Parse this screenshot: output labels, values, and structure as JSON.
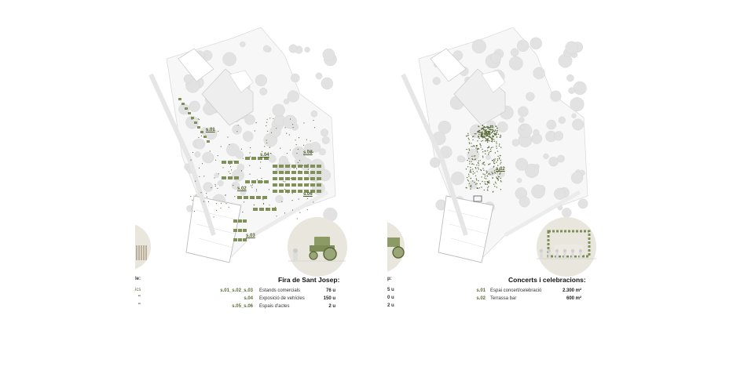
{
  "colors": {
    "accent": "#6b7c44",
    "stand": "#7f9059",
    "dot": "#5d6e3c",
    "building": "#eeeeee",
    "tree": "#e2e2e2",
    "circle_bg": "#e9e6dd"
  },
  "icons": [
    "tractor-icon",
    "people-icon",
    "stage-icon"
  ],
  "left_panel": {
    "title": "Fira de Sant Josep:",
    "labels": [
      "s.01",
      "s.02",
      "s.03",
      "s.04",
      "s.05",
      "s.06"
    ],
    "rows": [
      {
        "code": "s.01_s.02_s.03",
        "desc": "Estands comercials",
        "value": "76 u"
      },
      {
        "code": "s.04",
        "desc": "Exposició de vehícles",
        "value": "150 u"
      },
      {
        "code": "s.05_s.06",
        "desc": "Espais d'actes",
        "value": "2 u"
      }
    ],
    "fragment_title": "le:",
    "fragment_rows": [
      "ics",
      "\"",
      "\""
    ]
  },
  "right_panel": {
    "title": "Concerts i celebracions:",
    "labels": [
      "s.01",
      "s.02"
    ],
    "rows": [
      {
        "code": "s.01",
        "desc": "Espai concert/celebració",
        "value": "2.300 m²"
      },
      {
        "code": "s.02",
        "desc": "Terrassa bar",
        "value": "600 m²"
      }
    ],
    "fragment_title": "p:",
    "fragment_rows": [
      "5 u",
      "0 u",
      "2 u"
    ]
  }
}
